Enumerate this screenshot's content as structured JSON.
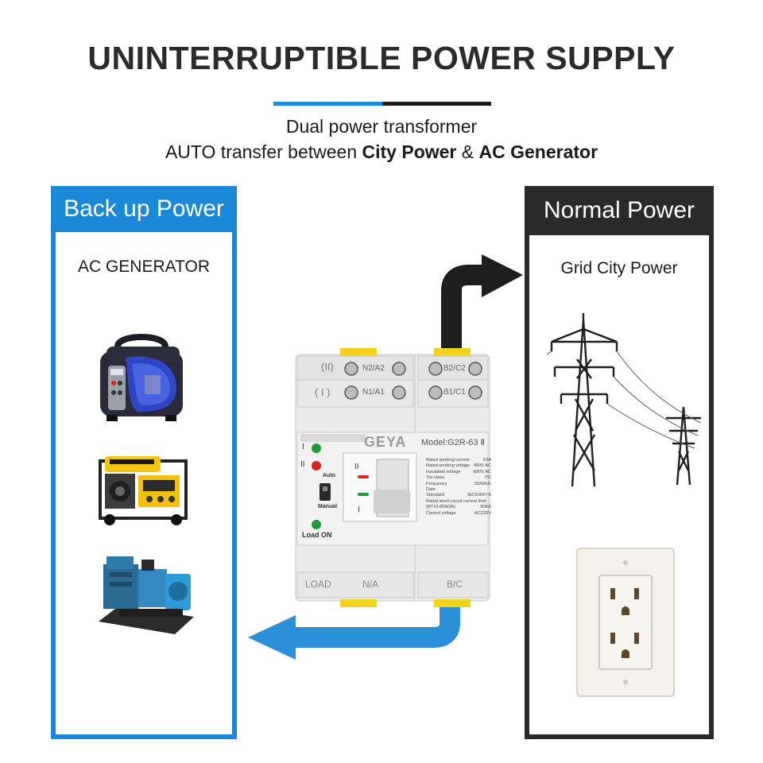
{
  "header": {
    "title": "UNINTERRUPTIBLE POWER SUPPLY",
    "subtitle_line1": "Dual power transformer",
    "subtitle_line2_prefix": "AUTO transfer between",
    "subtitle_line2_city": "City Power",
    "subtitle_line2_amp": "&",
    "subtitle_line2_gen": "AC Generator"
  },
  "left_panel": {
    "heading": "Back up Power",
    "label": "AC GENERATOR"
  },
  "right_panel": {
    "heading": "Normal Power",
    "label": "Grid City Power"
  },
  "device": {
    "brand": "GEYA",
    "model": "Model:G2R-63 Ⅱ",
    "terminal_top_left": "N2/A2",
    "terminal_top_right": "B2/C2",
    "terminal_mid_left": "N1/A1",
    "terminal_mid_right": "B1/C1",
    "row_ii": "(II)",
    "row_i": "( I )",
    "bottom_load": "LOAD",
    "bottom_na": "N/A",
    "bottom_bc": "B/C",
    "ind_i": "I",
    "ind_ii": "II",
    "auto_label": "Auto",
    "manual_label": "Manual",
    "load_on_label": "Load ON",
    "switch_ii": "II",
    "switch_i": "I",
    "specs": [
      {
        "k": "Rated working current",
        "v": "63A"
      },
      {
        "k": "Rated working voltage",
        "v": "400V AC"
      },
      {
        "k": "Insulation voltage",
        "v": "690V AC"
      },
      {
        "k": "Tse class",
        "v": "PC"
      },
      {
        "k": "Frequency",
        "v": "50/60Hz"
      },
      {
        "k": "Date",
        "v": ""
      },
      {
        "k": "Standard",
        "v": "IEC60947-6"
      },
      {
        "k": "Rated short-circuit current limit",
        "v": ""
      },
      {
        "k": "(RT16-00/63A)",
        "v": "50KA"
      },
      {
        "k": "Control voltage",
        "v": "AC220V"
      }
    ]
  },
  "colors": {
    "blue": "#1b88d8",
    "dark": "#2a2a2a",
    "yellow": "#f5d21a",
    "red": "#d7261e",
    "green": "#1f9a3b"
  },
  "icons": [
    "inverter-generator-icon",
    "portable-generator-icon",
    "diesel-generator-icon",
    "transmission-tower-icon",
    "wall-outlet-icon",
    "arrow-to-grid-icon",
    "arrow-to-generator-icon"
  ]
}
